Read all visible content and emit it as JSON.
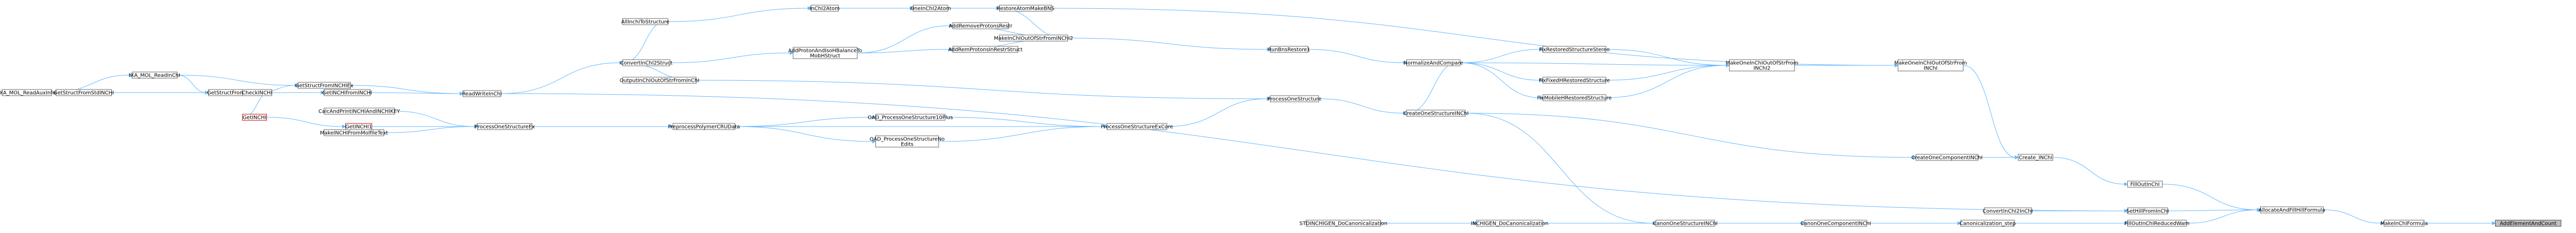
{
  "graph": {
    "nodes": [
      {
        "id": "AddElementAndCount",
        "lines": [
          "AddElementAndCount"
        ],
        "style": "gray"
      },
      {
        "id": "MakeInChIFormula",
        "lines": [
          "MakeInChIFormula"
        ]
      },
      {
        "id": "AllocateAndFillHillFormula",
        "lines": [
          "AllocateAndFillHillFormula"
        ]
      },
      {
        "id": "SetHillFromInChI",
        "lines": [
          "SetHillFromInChI"
        ]
      },
      {
        "id": "FillOutInChI",
        "lines": [
          "FillOutInChI"
        ]
      },
      {
        "id": "FillOutInChIReducedWarn",
        "lines": [
          "FillOutInChIReducedWarn"
        ]
      },
      {
        "id": "ConvertInChI2InChI",
        "lines": [
          "ConvertInChI2InChI"
        ]
      },
      {
        "id": "Create_INChI",
        "lines": [
          "Create_INChI"
        ]
      },
      {
        "id": "MakeOneInChIOutOfStrFromINChI",
        "lines": [
          "MakeOneInChIOutOfStrFrom",
          "INChI"
        ]
      },
      {
        "id": "MakeOneInChIOutOfStrFromINChI2",
        "lines": [
          "MakeOneInChIOutOfStrFrom",
          "INChI2"
        ]
      },
      {
        "id": "CreateOneComponentINChI",
        "lines": [
          "CreateOneComponentINChI"
        ]
      },
      {
        "id": "Canonicalization_step",
        "lines": [
          "Canonicalization_step"
        ]
      },
      {
        "id": "CanonOneComponentINChI",
        "lines": [
          "CanonOneComponentINChI"
        ]
      },
      {
        "id": "CanonOneStructureINChI",
        "lines": [
          "CanonOneStructureINChI"
        ]
      },
      {
        "id": "INCHIGEN_DoCanonicalization",
        "lines": [
          "INCHIGEN_DoCanonicalization"
        ]
      },
      {
        "id": "STDINCHIGEN_DoCanonicalization",
        "lines": [
          "STDINCHIGEN_DoCanonicalization"
        ]
      },
      {
        "id": "FixRestoredStructureStereo",
        "lines": [
          "FixRestoredStructureStereo"
        ]
      },
      {
        "id": "FixFixedHRestoredStructure",
        "lines": [
          "FixFixedHRestoredStructure"
        ]
      },
      {
        "id": "FixMobileHRestoredStructure",
        "lines": [
          "FixMobileHRestoredStructure"
        ]
      },
      {
        "id": "NormalizeAndCompare",
        "lines": [
          "NormalizeAndCompare"
        ]
      },
      {
        "id": "RunBnsRestore1",
        "lines": [
          "RunBnsRestore1"
        ]
      },
      {
        "id": "RestoreAtomMakeBNS",
        "lines": [
          "RestoreAtomMakeBNS"
        ]
      },
      {
        "id": "MakeInChIOutOfStrFromINChI2",
        "lines": [
          "MakeInChIOutOfStrFromINChI2"
        ]
      },
      {
        "id": "CreateOneStructureINChI",
        "lines": [
          "CreateOneStructureINChI"
        ]
      },
      {
        "id": "ProcessOneStructure",
        "lines": [
          "ProcessOneStructure"
        ]
      },
      {
        "id": "ProcessOneStructureExCore",
        "lines": [
          "ProcessOneStructureExCore"
        ]
      },
      {
        "id": "InChI2Atom",
        "lines": [
          "InChI2Atom"
        ]
      },
      {
        "id": "OneInChI2Atom",
        "lines": [
          "OneInChI2Atom"
        ]
      },
      {
        "id": "AddRemoveProtonsRestr",
        "lines": [
          "AddRemoveProtonsRestr"
        ]
      },
      {
        "id": "AddRemProtonsInRestrStruct",
        "lines": [
          "AddRemProtonsInRestrStruct"
        ]
      },
      {
        "id": "AddProtonAndIsoHBalanceTo",
        "lines": [
          "AddProtonAndIsoHBalanceTo",
          "MobHStruct"
        ]
      },
      {
        "id": "AllInchiToStructure",
        "lines": [
          "AllInchiToStructure"
        ]
      },
      {
        "id": "ConvertInChI2Struct",
        "lines": [
          "ConvertInChI2Struct"
        ]
      },
      {
        "id": "OutputInChIOutOfStrFromInChI",
        "lines": [
          "OutputInChIOutOfStrFromInChI"
        ]
      },
      {
        "id": "ReadWriteInChI",
        "lines": [
          "ReadWriteInChI"
        ]
      },
      {
        "id": "GetStructFromINCHIEx",
        "lines": [
          "GetStructFromINCHIEx"
        ]
      },
      {
        "id": "GetStructFromINCHI",
        "lines": [
          "GetStructFromINCHI"
        ]
      },
      {
        "id": "IXA_MOL_ReadInChI",
        "lines": [
          "IXA_MOL_ReadInChI"
        ]
      },
      {
        "id": "IXA_MOL_ReadAuxInfo",
        "lines": [
          "IXA_MOL_ReadAuxInfo"
        ]
      },
      {
        "id": "GetStructFromStdINCHI",
        "lines": [
          "GetStructFromStdINCHI"
        ]
      },
      {
        "id": "CheckINCHI",
        "lines": [
          "CheckINCHI"
        ]
      },
      {
        "id": "GetINCHIfromINCHI",
        "lines": [
          "GetINCHIfromINCHI"
        ]
      },
      {
        "id": "GetINCHI",
        "lines": [
          "GetINCHI"
        ],
        "style": "red"
      },
      {
        "id": "GetINCHI1",
        "lines": [
          "GetINCHI1"
        ],
        "style": "red"
      },
      {
        "id": "MakeINCHIFromMolfileText",
        "lines": [
          "MakeINCHIFromMolfileText"
        ]
      },
      {
        "id": "CalcAndPrintINCHIAndINCHIKEY",
        "lines": [
          "CalcAndPrintINCHIAndINCHIKEY"
        ]
      },
      {
        "id": "ProcessOneStructureEx",
        "lines": [
          "ProcessOneStructureEx"
        ]
      },
      {
        "id": "PreprocessPolymerCRUData",
        "lines": [
          "PreprocessPolymerCRUData"
        ]
      },
      {
        "id": "OAD_ProcessOneStructure1",
        "lines": [
          "OAD_ProcessOneStructure10Plus"
        ]
      },
      {
        "id": "OAD_ProcessOneStructureNo",
        "lines": [
          "OAD_ProcessOneStructureNo",
          "Edits"
        ]
      }
    ],
    "edges": [
      [
        "MakeInChIFormula",
        "AddElementAndCount"
      ],
      [
        "AllocateAndFillHillFormula",
        "MakeInChIFormula"
      ],
      [
        "SetHillFromInChI",
        "AllocateAndFillHillFormula"
      ],
      [
        "FillOutInChI",
        "AllocateAndFillHillFormula"
      ],
      [
        "FillOutInChIReducedWarn",
        "AllocateAndFillHillFormula"
      ],
      [
        "ConvertInChI2InChI",
        "SetHillFromInChI"
      ],
      [
        "ReadWriteInChI",
        "SetHillFromInChI"
      ],
      [
        "Create_INChI",
        "FillOutInChI"
      ],
      [
        "Canonicalization_step",
        "FillOutInChIReducedWarn"
      ],
      [
        "MakeOneInChIOutOfStrFromINChI",
        "Create_INChI"
      ],
      [
        "CreateOneComponentINChI",
        "Create_INChI"
      ],
      [
        "MakeOneInChIOutOfStrFromINChI2",
        "MakeOneInChIOutOfStrFromINChI"
      ],
      [
        "RestoreAtomMakeBNS",
        "MakeOneInChIOutOfStrFromINChI"
      ],
      [
        "FixRestoredStructureStereo",
        "MakeOneInChIOutOfStrFromINChI2"
      ],
      [
        "FixFixedHRestoredStructure",
        "MakeOneInChIOutOfStrFromINChI2"
      ],
      [
        "FixMobileHRestoredStructure",
        "MakeOneInChIOutOfStrFromINChI2"
      ],
      [
        "NormalizeAndCompare",
        "MakeOneInChIOutOfStrFromINChI2"
      ],
      [
        "NormalizeAndCompare",
        "FixRestoredStructureStereo"
      ],
      [
        "NormalizeAndCompare",
        "FixFixedHRestoredStructure"
      ],
      [
        "NormalizeAndCompare",
        "FixMobileHRestoredStructure"
      ],
      [
        "RunBnsRestore1",
        "NormalizeAndCompare"
      ],
      [
        "MakeInChIOutOfStrFromINChI2",
        "RunBnsRestore1"
      ],
      [
        "OneInChI2Atom",
        "RestoreAtomMakeBNS"
      ],
      [
        "RestoreAtomMakeBNS",
        "MakeInChIOutOfStrFromINChI2"
      ],
      [
        "InChI2Atom",
        "OneInChI2Atom"
      ],
      [
        "AllInchiToStructure",
        "InChI2Atom"
      ],
      [
        "ConvertInChI2Struct",
        "AllInchiToStructure"
      ],
      [
        "AddRemoveProtonsRestr",
        "MakeInChIOutOfStrFromINChI2"
      ],
      [
        "AddRemProtonsInRestrStruct",
        "MakeInChIOutOfStrFromINChI2"
      ],
      [
        "AddProtonAndIsoHBalanceTo",
        "AddRemoveProtonsRestr"
      ],
      [
        "AddProtonAndIsoHBalanceTo",
        "AddRemProtonsInRestrStruct"
      ],
      [
        "ConvertInChI2Struct",
        "AddProtonAndIsoHBalanceTo"
      ],
      [
        "ConvertInChI2Struct",
        "OutputInChIOutOfStrFromInChI"
      ],
      [
        "OutputInChIOutOfStrFromInChI",
        "ProcessOneStructure"
      ],
      [
        "ReadWriteInChI",
        "ConvertInChI2Struct"
      ],
      [
        "GetStructFromINCHIEx",
        "ReadWriteInChI"
      ],
      [
        "GetINCHIfromINCHI",
        "ReadWriteInChI"
      ],
      [
        "IXA_MOL_ReadInChI",
        "GetStructFromINCHIEx"
      ],
      [
        "GetStructFromINCHI",
        "GetStructFromINCHIEx"
      ],
      [
        "GetStructFromStdINCHI",
        "GetStructFromINCHI"
      ],
      [
        "IXA_MOL_ReadAuxInfo",
        "IXA_MOL_ReadInChI"
      ],
      [
        "IXA_MOL_ReadInChI",
        "GetStructFromINCHI"
      ],
      [
        "CheckINCHI",
        "GetINCHIfromINCHI"
      ],
      [
        "GetINCHI",
        "CheckINCHI"
      ],
      [
        "ProcessOneStructure",
        "CreateOneStructureINChI"
      ],
      [
        "CreateOneStructureINChI",
        "CreateOneComponentINChI"
      ],
      [
        "CreateOneStructureINChI",
        "NormalizeAndCompare"
      ],
      [
        "ProcessOneStructureExCore",
        "ProcessOneStructure"
      ],
      [
        "OAD_ProcessOneStructure1",
        "ProcessOneStructureExCore"
      ],
      [
        "OAD_ProcessOneStructureNo",
        "ProcessOneStructureExCore"
      ],
      [
        "PreprocessPolymerCRUData",
        "OAD_ProcessOneStructure1"
      ],
      [
        "PreprocessPolymerCRUData",
        "OAD_ProcessOneStructureNo"
      ],
      [
        "ProcessOneStructureEx",
        "PreprocessPolymerCRUData"
      ],
      [
        "ProcessOneStructureEx",
        "ProcessOneStructureExCore"
      ],
      [
        "CalcAndPrintINCHIAndINCHIKEY",
        "ProcessOneStructureEx"
      ],
      [
        "MakeINCHIFromMolfileText",
        "ProcessOneStructureEx"
      ],
      [
        "GetINCHI1",
        "ProcessOneStructureEx"
      ],
      [
        "GetINCHI",
        "GetINCHI1"
      ],
      [
        "CanonOneComponentINChI",
        "Canonicalization_step"
      ],
      [
        "CanonOneStructureINChI",
        "CanonOneComponentINChI"
      ],
      [
        "INCHIGEN_DoCanonicalization",
        "CanonOneStructureINChI"
      ],
      [
        "STDINCHIGEN_DoCanonicalization",
        "INCHIGEN_DoCanonicalization"
      ],
      [
        "CreateOneStructureINChI",
        "CanonOneStructureINChI"
      ]
    ]
  }
}
